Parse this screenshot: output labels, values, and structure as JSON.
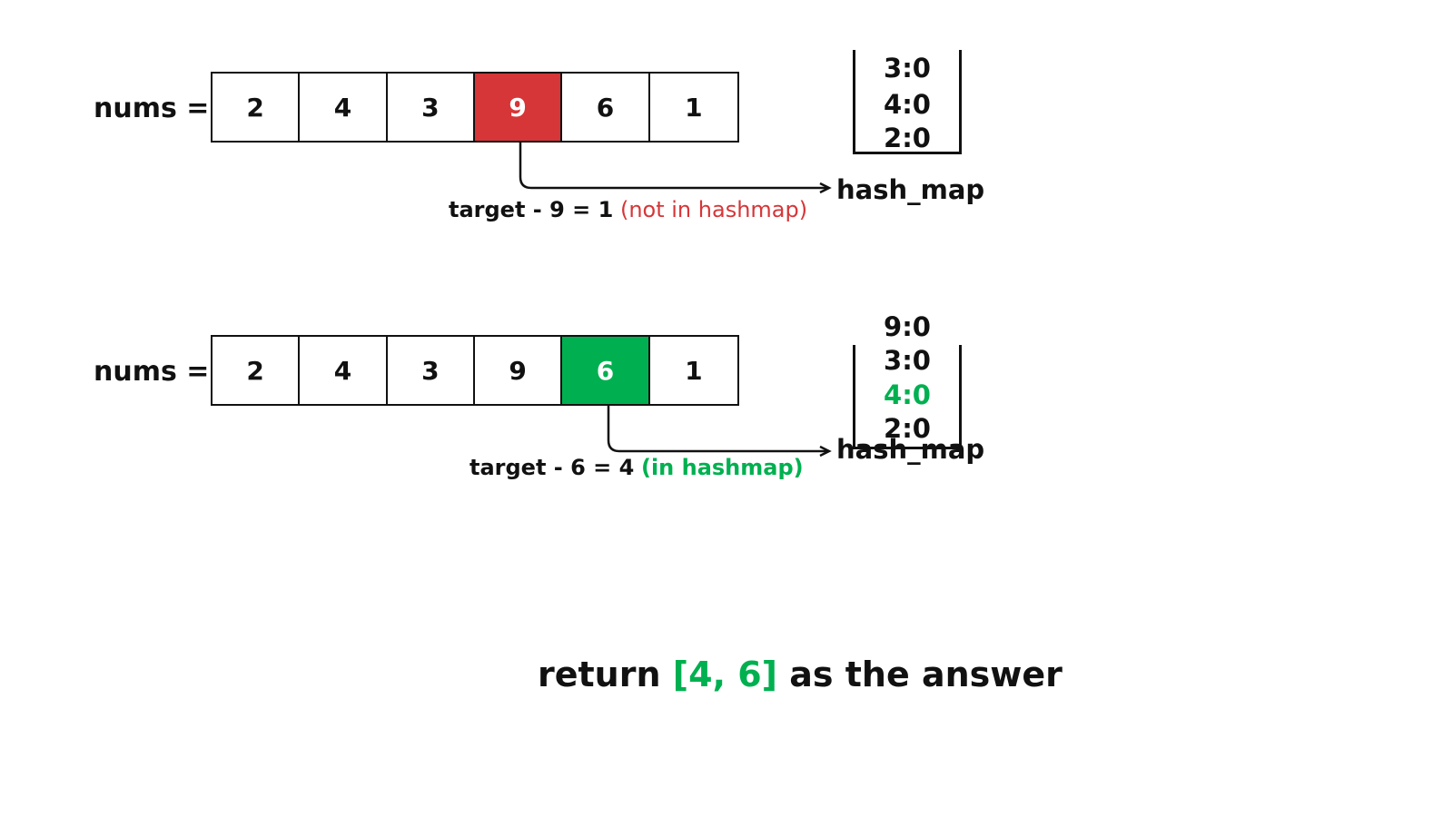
{
  "step1": {
    "nums_label": "nums =",
    "cells": [
      "2",
      "4",
      "3",
      "9",
      "6",
      "1"
    ],
    "stack_entries": [
      "3:0",
      "4:0",
      "2:0"
    ],
    "hash_label": "hash_map",
    "check_expr": "target - 9 = 1",
    "check_note": "(not in hashmap)"
  },
  "step2": {
    "nums_label": "nums =",
    "cells": [
      "2",
      "4",
      "3",
      "9",
      "6",
      "1"
    ],
    "stack_overflow": "9:0",
    "stack_entries": [
      "3:0",
      "4:0",
      "2:0"
    ],
    "hash_label": "hash_map",
    "check_expr": "target - 6 = 4",
    "check_note": "(in hashmap)"
  },
  "answer": {
    "prefix": "return",
    "value": "[4, 6]",
    "suffix": "as the answer"
  },
  "colors": {
    "highlight_red": "#d63638",
    "highlight_green": "#00b050",
    "text": "#111111"
  }
}
